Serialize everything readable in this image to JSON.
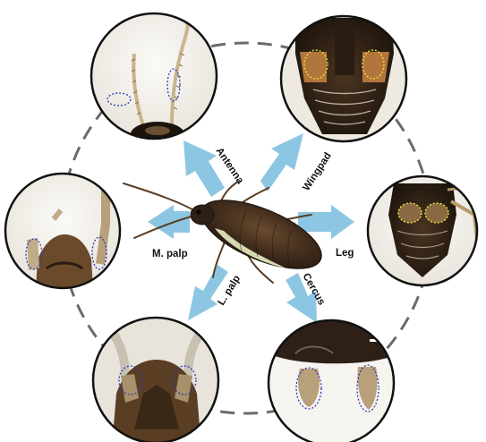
{
  "labels": {
    "antenna": "Antenna",
    "wingpad": "Wingpad",
    "leg": "Leg",
    "cercus": "Cercus",
    "l_palp": "L. palp",
    "m_palp": "M. palp"
  },
  "colors": {
    "arrow": "#8cc6e2",
    "ring_dash": "#6b6b6b",
    "circle_border": "#111111",
    "outline_blue": "#2b3bb8",
    "outline_yellow": "#e8e23a",
    "body_brown": "#3b2a1c",
    "body_pale": "#e8eec4",
    "photo_bg": "#f4f1ec"
  },
  "icons": {
    "center": "cockroach-nymph-illustration",
    "antenna_photo": "antenna-photo",
    "wingpad_photo": "wingpad-photo",
    "leg_photo": "leg-photo",
    "cercus_photo": "cercus-photo",
    "l_palp_photo": "labial-palp-photo",
    "m_palp_photo": "maxillary-palp-photo"
  }
}
